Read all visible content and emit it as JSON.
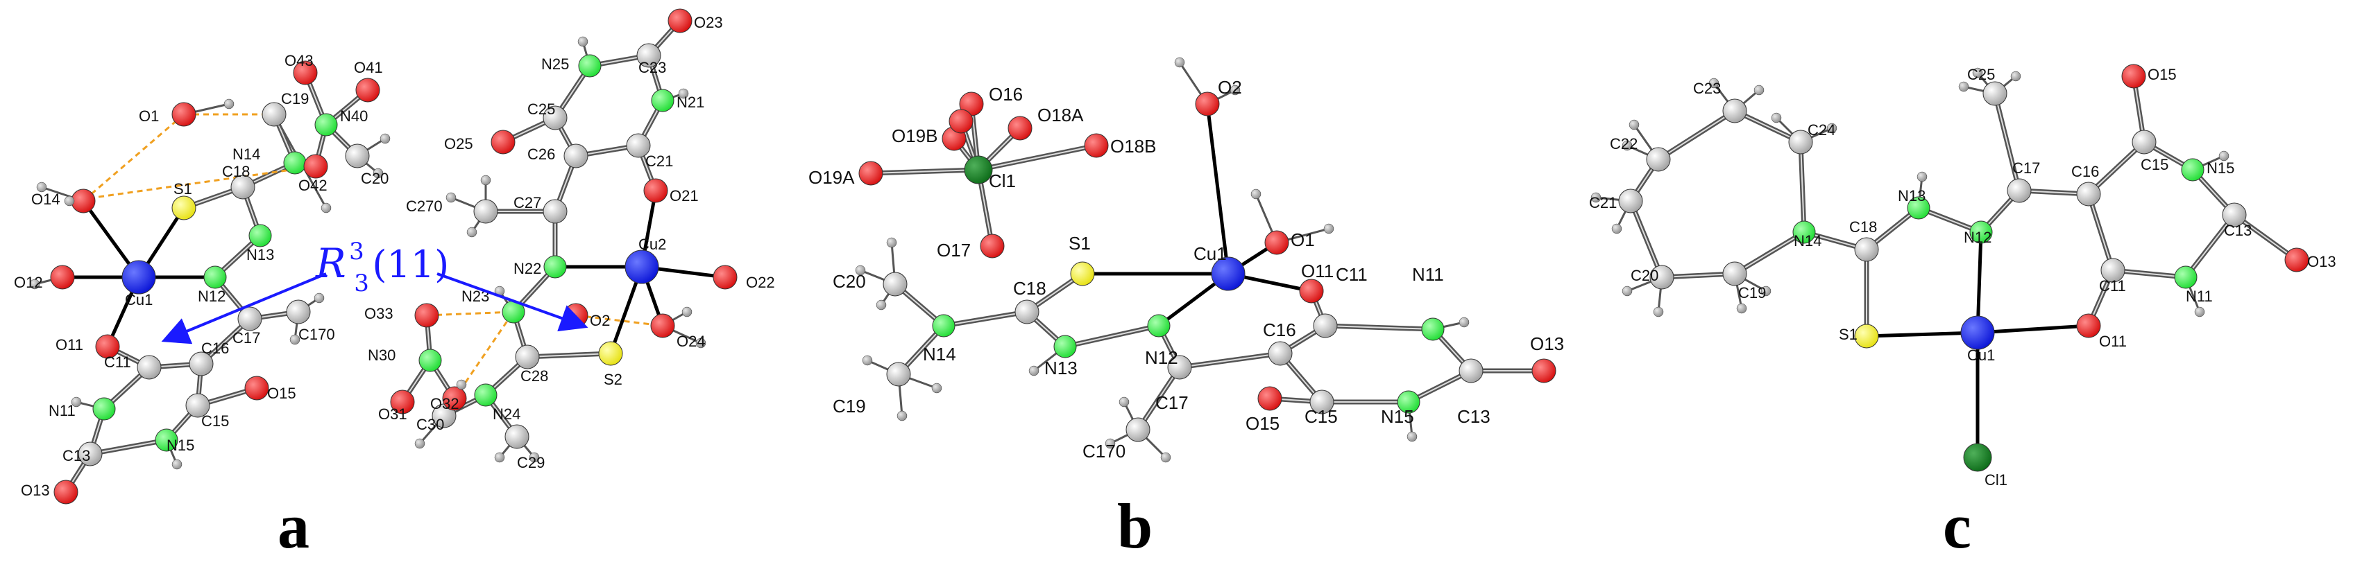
{
  "panels": [
    {
      "letter": "a"
    },
    {
      "letter": "b"
    },
    {
      "letter": "c"
    }
  ],
  "motif": {
    "symbol": "R",
    "superscript": "3",
    "subscript": "3",
    "ring": "(11)"
  },
  "colors": {
    "copper": "#0a14d6",
    "nitrogen": "#1edc32",
    "oxygen": "#e61414",
    "sulfur": "#f0ec1a",
    "chlorine": "#0c6b18",
    "carbon": "#c8c8c8",
    "hydrogen": "#a8a8a8",
    "hbond": "#f0a020",
    "motif_arrow": "#1a1aff",
    "bond": "#222222"
  },
  "labels": {
    "a": [
      "O43",
      "O41",
      "O1",
      "C19",
      "N40",
      "N14",
      "O42",
      "C20",
      "O14",
      "S1",
      "C18",
      "N13",
      "O12",
      "Cu1",
      "N12",
      "C17",
      "C170",
      "O11",
      "C11",
      "C16",
      "O15",
      "N11",
      "C15",
      "N15",
      "C13",
      "O13",
      "O23",
      "N25",
      "C23",
      "C25",
      "N21",
      "C26",
      "C21",
      "O25",
      "C27",
      "O21",
      "C270",
      "N22",
      "Cu2",
      "O22",
      "N23",
      "O2",
      "O24",
      "O33",
      "N30",
      "O32",
      "C28",
      "S2",
      "O31",
      "C30",
      "N24",
      "C29"
    ],
    "b": [
      "O16",
      "O19B",
      "O18A",
      "O18B",
      "O19A",
      "Cl1",
      "O17",
      "O2",
      "O1",
      "S1",
      "Cu1",
      "O11",
      "C20",
      "C18",
      "C11",
      "N11",
      "C16",
      "O13",
      "N14",
      "N13",
      "N12",
      "C13",
      "C19",
      "C17",
      "O15",
      "C15",
      "N15",
      "C170"
    ],
    "c": [
      "C25",
      "O15",
      "C23",
      "C24",
      "C17",
      "C15",
      "C22",
      "N13",
      "N12",
      "C16",
      "N15",
      "C21",
      "N14",
      "C18",
      "C13",
      "O13",
      "C20",
      "C19",
      "S1",
      "C11",
      "Cu1",
      "O11",
      "N11",
      "Cl1"
    ]
  }
}
